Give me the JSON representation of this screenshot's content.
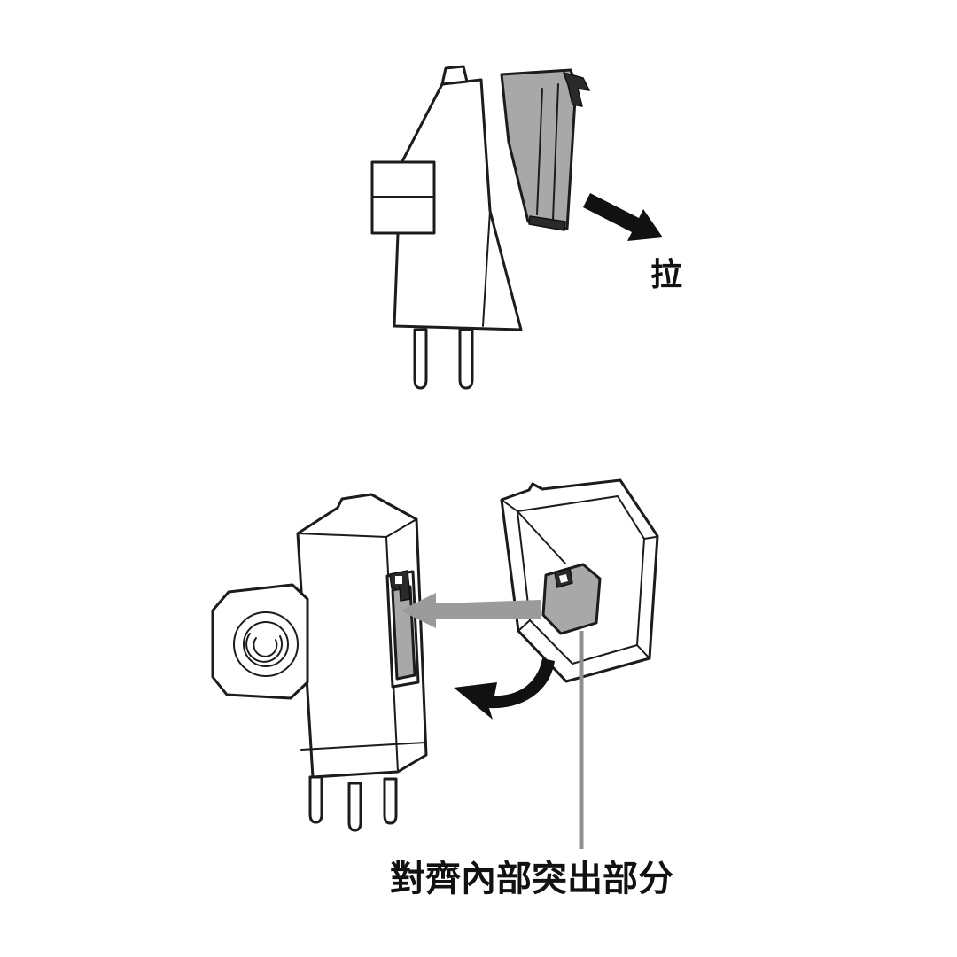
{
  "labels": {
    "pull": "拉",
    "align": "對齊內部突出部分"
  },
  "icons": {
    "pull-arrow": "filled black arrow pointing down-right",
    "insert-arrow": "filled gray arrow pointing left",
    "rotate-arrow": "curved filled black arrow pointing left",
    "leader-line": "vertical gray callout line"
  },
  "colors": {
    "background": "#ffffff",
    "line": "#1c1c1c",
    "shade_gray": "#a8a8a8",
    "arrow_black": "#111111",
    "arrow_gray": "#9b9b9b",
    "leader_gray": "#8f8f8f"
  }
}
